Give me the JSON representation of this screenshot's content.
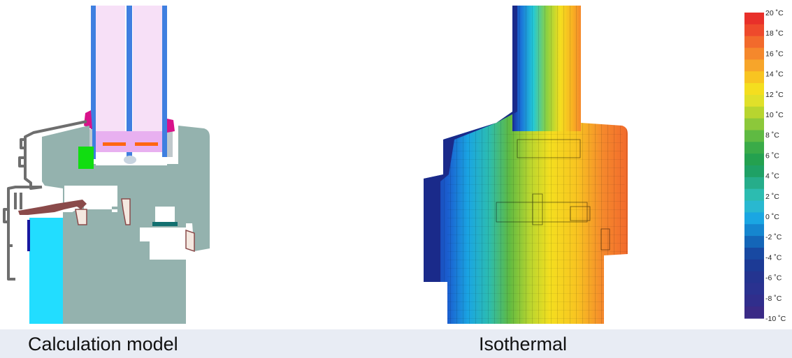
{
  "captions": {
    "left": "Calculation model",
    "right": "Isothermal"
  },
  "legend": {
    "unit": "˚C",
    "labels": [
      "20 ˚C",
      "18 ˚C",
      "16 ˚C",
      "14 ˚C",
      "12 ˚C",
      "10 ˚C",
      "8 ˚C",
      "6 ˚C",
      "4 ˚C",
      "2 ˚C",
      "0 ˚C",
      "-2 ˚C",
      "-4 ˚C",
      "-6 ˚C",
      "-8 ˚C",
      "-10 ˚C"
    ],
    "bands": [
      "#e8302a",
      "#ee4a2c",
      "#f26a2c",
      "#f5882c",
      "#f7a52a",
      "#f8c421",
      "#f4de1f",
      "#e0e02a",
      "#b8d52f",
      "#8cc83a",
      "#5fba42",
      "#3aab48",
      "#24a14f",
      "#1fa165",
      "#26ad8a",
      "#2cbcb0",
      "#29b8d0",
      "#1aa6e2",
      "#1586cf",
      "#1466b8",
      "#1849a2",
      "#1c3a95",
      "#243490",
      "#2a3290",
      "#302e8c",
      "#3a2a86"
    ]
  },
  "colors": {
    "frame": "#94b2ae",
    "glass_spacer": "#3f7fe0",
    "pane_fill": "#f7e0f7",
    "gasket": "#d8128a",
    "insulation": "#22ddff",
    "seal_green": "#11dd11",
    "seal_orange": "#ff6611",
    "metal": "#6e6e6e",
    "brown": "#8a4a4a",
    "teal": "#127070"
  }
}
